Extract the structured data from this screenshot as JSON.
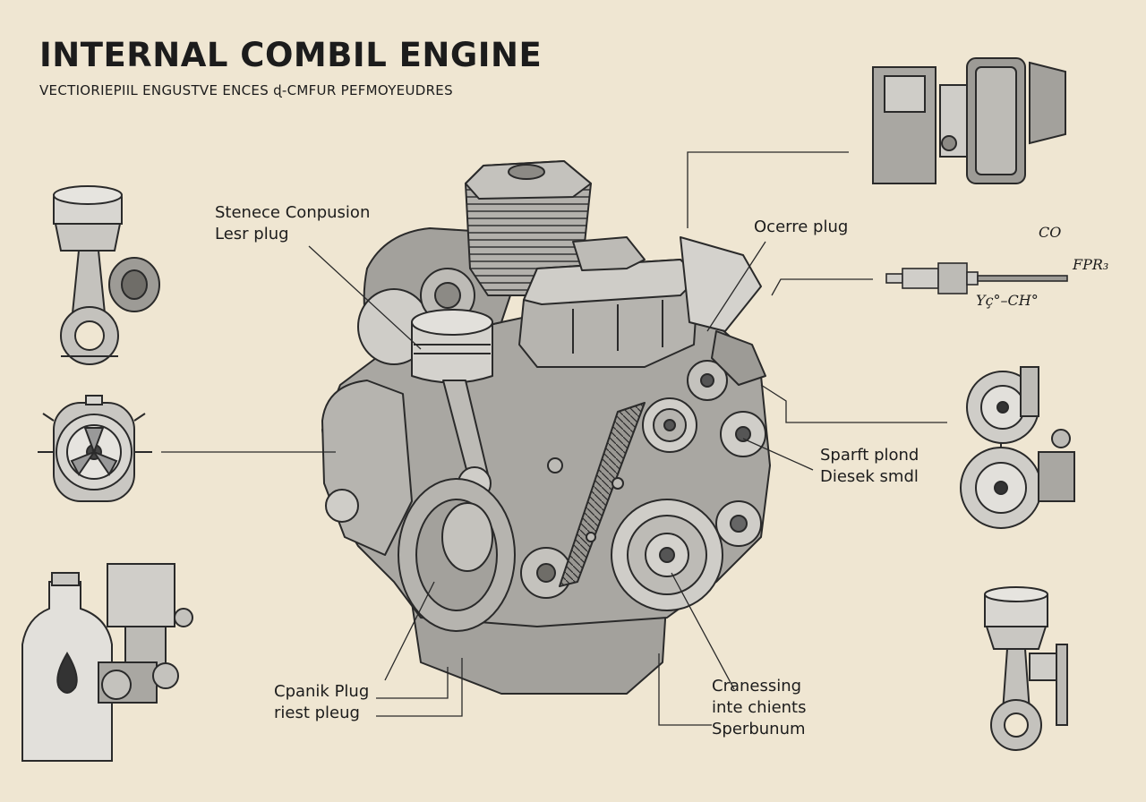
{
  "header": {
    "title": "INTERNAL COMBIL ENGINE",
    "subtitle": "VECTIORIEPIIL ENGUSTVE ENCES  ɖ-CMFUR PEFMOYEUDRES"
  },
  "labels": {
    "top_left": [
      "Stenece Conpusion",
      "Lesr plug"
    ],
    "top_right": [
      "Ocerre plug"
    ],
    "mid_right": [
      "Sparft plond",
      "Diesek smdl"
    ],
    "bottom_left": [
      "Cpanik Plug",
      "riest pleug"
    ],
    "bottom_right": [
      "Cranessing",
      "inte chients",
      "Sperbunum"
    ]
  },
  "sparkplug_chem": {
    "c1": "CO",
    "c2": "FPR₃",
    "c3": "Yç°–CH°"
  },
  "colors": {
    "background": "#efe6d2",
    "ink": "#1c1c1c",
    "engine_fill": "#a9a7a2",
    "engine_light": "#cfcdc8",
    "engine_dark": "#8c8a85"
  }
}
